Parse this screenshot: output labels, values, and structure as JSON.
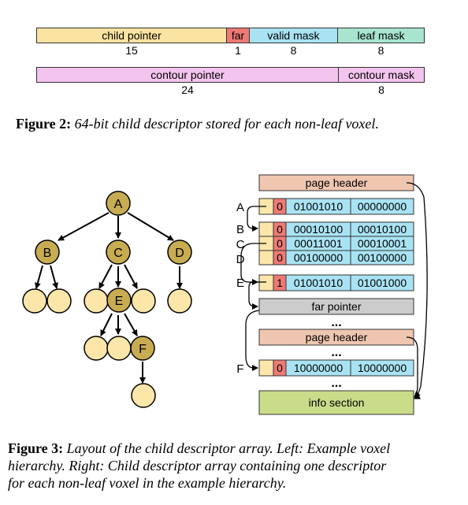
{
  "fig2": {
    "row1": [
      {
        "label": "child pointer",
        "bits": "15",
        "color": "#fbe3a1"
      },
      {
        "label": "far",
        "bits": "1",
        "color": "#ee7a74"
      },
      {
        "label": "valid mask",
        "bits": "8",
        "color": "#a9e3f3"
      },
      {
        "label": "leaf mask",
        "bits": "8",
        "color": "#a7e5cf"
      }
    ],
    "row2": [
      {
        "label": "contour pointer",
        "bits": "24",
        "color": "#f3c4ee"
      },
      {
        "label": "contour mask",
        "bits": "8",
        "color": "#f3c4ee"
      }
    ],
    "caption_label": "Figure 2:",
    "caption_text": "64-bit child descriptor stored for each non-leaf voxel."
  },
  "fig3": {
    "tree_nodes": [
      "A",
      "B",
      "C",
      "D",
      "E",
      "F"
    ],
    "colors": {
      "node_inner": "#c8ac52",
      "node_leaf": "#fde6a9",
      "header": "#efc6b0",
      "far_pointer": "#cccccc",
      "info": "#c9dc8a",
      "far_bit": "#ee7a74",
      "mask": "#a9e3f3",
      "pointer": "#fde6a9"
    },
    "array": {
      "page_header_1": "page header",
      "far_pointer": "far pointer",
      "page_header_2": "page header",
      "info_section": "info section",
      "ellipsis": "...",
      "rows": [
        {
          "label": "A",
          "far": "0",
          "valid": "01001010",
          "leaf": "00000000"
        },
        {
          "label": "B",
          "far": "0",
          "valid": "00010100",
          "leaf": "00010100"
        },
        {
          "label": "C",
          "far": "0",
          "valid": "00011001",
          "leaf": "00010001"
        },
        {
          "label": "D",
          "far": "0",
          "valid": "00100000",
          "leaf": "00100000"
        },
        {
          "label": "E",
          "far": "1",
          "valid": "01001010",
          "leaf": "01001000"
        },
        {
          "label": "F",
          "far": "0",
          "valid": "10000000",
          "leaf": "10000000"
        }
      ]
    },
    "caption_label": "Figure 3:",
    "caption_line1": "Layout of the child descriptor array. Left: Example voxel",
    "caption_line2": "hierarchy. Right: Child descriptor array containing one descriptor",
    "caption_line3": "for each non-leaf voxel in the example hierarchy."
  }
}
